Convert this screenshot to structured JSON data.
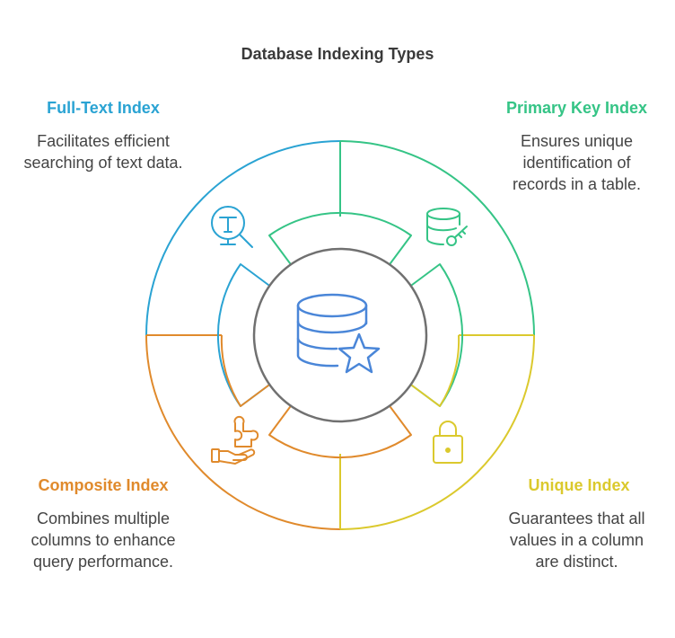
{
  "title": "Database Indexing Types",
  "colors": {
    "full_text": "#2aa3d3",
    "primary_key": "#35c486",
    "unique": "#dbc92d",
    "composite": "#e08a2c",
    "center_ring": "#707070",
    "center_icon": "#4a86d8"
  },
  "segments": {
    "full_text": {
      "heading": "Full-Text Index",
      "description": "Facilitates efficient searching of text data.",
      "icon": "text-search-icon"
    },
    "primary_key": {
      "heading": "Primary Key Index",
      "description": "Ensures unique identification of records in a table.",
      "icon": "database-key-icon"
    },
    "unique": {
      "heading": "Unique Index",
      "description": "Guarantees that all values in a column are distinct.",
      "icon": "lock-icon"
    },
    "composite": {
      "heading": "Composite Index",
      "description": "Combines multiple columns to enhance query performance.",
      "icon": "puzzle-hand-icon"
    }
  },
  "center": {
    "icon": "database-star-icon"
  }
}
